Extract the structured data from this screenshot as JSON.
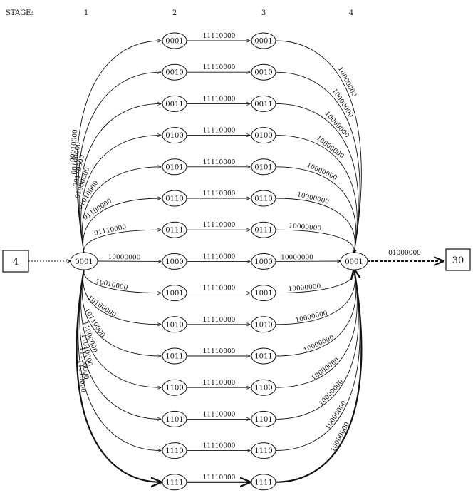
{
  "header": {
    "stage_label": "STAGE:",
    "stages": [
      "1",
      "2",
      "3",
      "4"
    ]
  },
  "input_box": "4",
  "output_box": "30",
  "start_node": "0001",
  "end_node": "0001",
  "output_edge_label": "01000000",
  "rows": [
    {
      "node": "0001",
      "in_label": "00010000",
      "mid_label": "11110000",
      "out_label": "10000000"
    },
    {
      "node": "0010",
      "in_label": "00100000",
      "mid_label": "11110000",
      "out_label": "10000000"
    },
    {
      "node": "0011",
      "in_label": "00110000",
      "mid_label": "11110000",
      "out_label": "10000000"
    },
    {
      "node": "0100",
      "in_label": "01000000",
      "mid_label": "11110000",
      "out_label": "10000000"
    },
    {
      "node": "0101",
      "in_label": "01010000",
      "mid_label": "11110000",
      "out_label": "10000000"
    },
    {
      "node": "0110",
      "in_label": "01100000",
      "mid_label": "11110000",
      "out_label": "10000000"
    },
    {
      "node": "0111",
      "in_label": "01110000",
      "mid_label": "11110000",
      "out_label": "10000000"
    },
    {
      "node": "1000",
      "in_label": "10000000",
      "mid_label": "11110000",
      "out_label": "10000000"
    },
    {
      "node": "1001",
      "in_label": "10010000",
      "mid_label": "11110000",
      "out_label": "10000000"
    },
    {
      "node": "1010",
      "in_label": "10100000",
      "mid_label": "11110000",
      "out_label": "10000000"
    },
    {
      "node": "1011",
      "in_label": "10110000",
      "mid_label": "11110000",
      "out_label": "10000000"
    },
    {
      "node": "1100",
      "in_label": "11000000",
      "mid_label": "11110000",
      "out_label": "10000000"
    },
    {
      "node": "1101",
      "in_label": "11010000",
      "mid_label": "11110000",
      "out_label": "10000000"
    },
    {
      "node": "1110",
      "in_label": "11100000",
      "mid_label": "11110000",
      "out_label": "10000000"
    },
    {
      "node": "1111",
      "in_label": "11110000",
      "mid_label": "11110000",
      "out_label": "10000000",
      "highlighted": true
    }
  ]
}
